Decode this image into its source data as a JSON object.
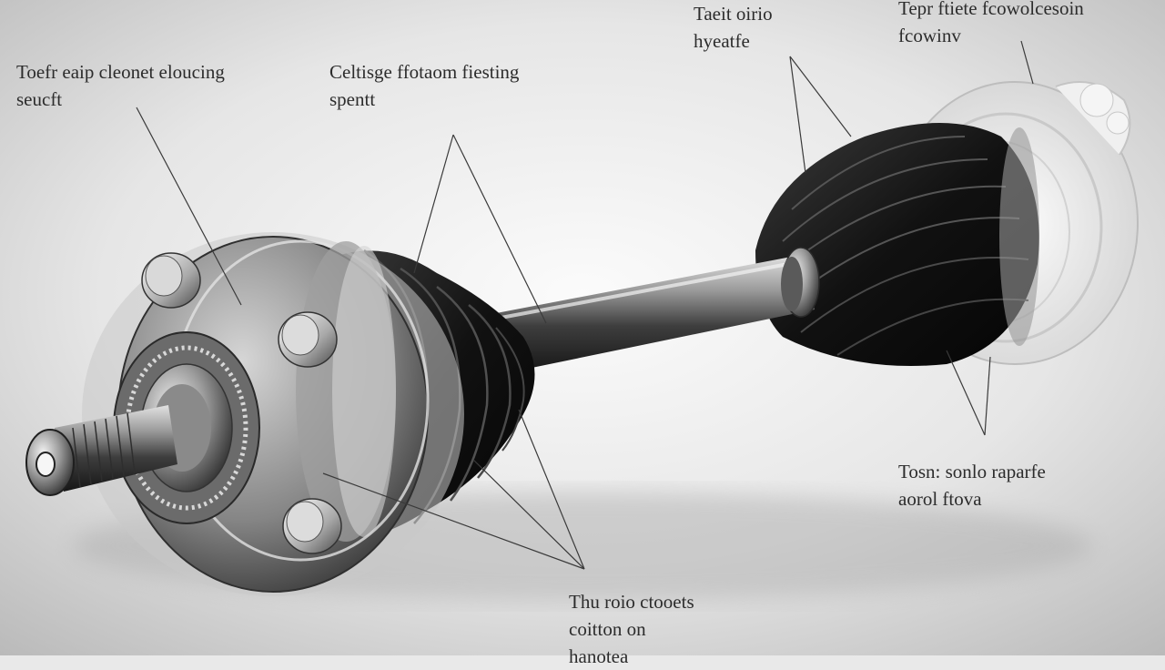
{
  "colors": {
    "background": "#ececec",
    "metal_light": "#f4f4f4",
    "metal_dark": "#3a3a3a",
    "boot": "#111111",
    "label_text": "#2c2c2c"
  },
  "labels": {
    "outer_joint": {
      "line1": "Toefr eaip cleonet eloucing",
      "line2": "seucft"
    },
    "boot_left": {
      "line1": "Celtisge ffotaom fiesting",
      "line2": "spentt"
    },
    "boot_right": {
      "line1": "Taeit oirio",
      "line2": "hyeatfe"
    },
    "inner_joint": {
      "line1": "Tepr ftiete fcowolcesoin",
      "line2": "fcowinv"
    },
    "lower_right": {
      "line1": "Tosn: sonlo raparfe",
      "line2": "aorol ftova"
    },
    "bottom_center": {
      "line1": "Thu roio ctooets",
      "line2": "coitton on",
      "line3": "hanotea"
    }
  }
}
